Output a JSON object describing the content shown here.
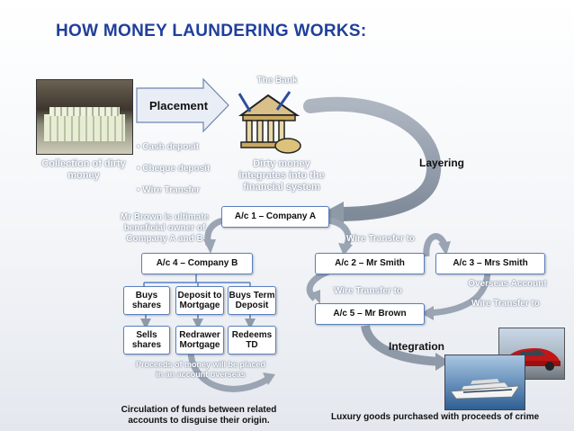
{
  "title": "HOW MONEY LAUNDERING WORKS:",
  "stages": {
    "placement": "Placement",
    "layering": "Layering",
    "integration": "Integration"
  },
  "labels": {
    "the_bank": "The Bank",
    "collection": "Collection of dirty\nmoney",
    "placement_methods": [
      "Cash deposit",
      "Cheque deposit",
      "Wire Transfer"
    ],
    "dirty_money": "Dirty money\nintegrates into the\nfinancial system",
    "mr_brown_owner": "Mr Brown is ultimate\nbeneficial owner of\nCompany A and B",
    "wire_transfer_1": "Wire Transfer to",
    "wire_transfer_2": "Wire Transfer to",
    "overseas_account": "Overseas Account",
    "wire_transfer_3": "Wire Transfer to",
    "proceeds": "Proceeds of money will be placed\nin an account overseas"
  },
  "accounts": {
    "ac1": "A/c 1 – Company A",
    "ac2": "A/c 2 – Mr Smith",
    "ac3": "A/c 3 – Mrs Smith",
    "ac4": "A/c 4 – Company B",
    "ac5": "A/c 5 – Mr Brown"
  },
  "actions": [
    "Buys\nshares",
    "Deposit to\nMortgage",
    "Buys Term\nDeposit",
    "Sells\nshares",
    "Redrawer\nMortgage",
    "Redeems\nTD"
  ],
  "captions": {
    "circulation": "Circulation of funds between related\naccounts to disguise their origin.",
    "luxury": "Luxury goods purchased with proceeds of crime"
  },
  "colors": {
    "title": "#1f3f9a",
    "arrow": "#8f9aa8",
    "box_border": "#5a7fbf"
  }
}
